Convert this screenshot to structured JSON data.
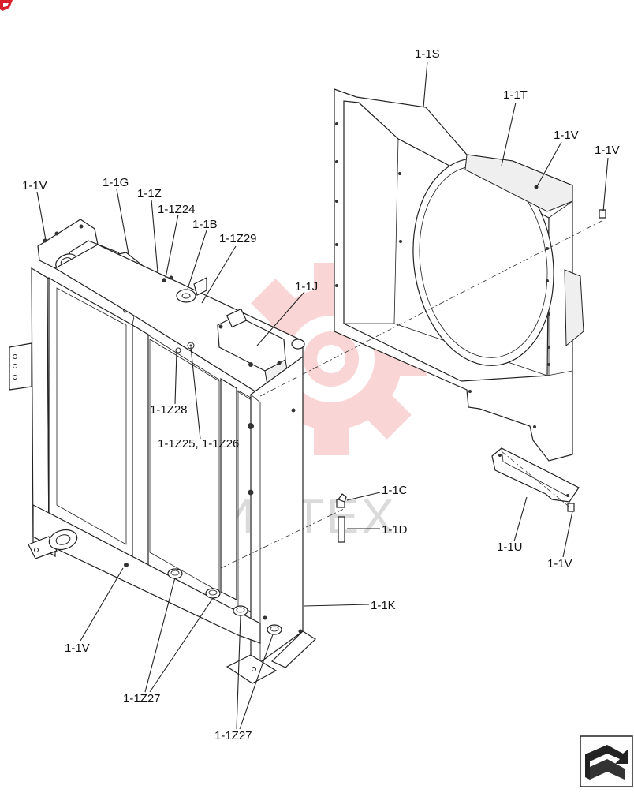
{
  "diagram": {
    "labels": {
      "s": "1-1S",
      "t": "1-1T",
      "v_top_mid": "1-1V",
      "v_top_right": "1-1V",
      "v_left": "1-1V",
      "g": "1-1G",
      "z": "1-1Z",
      "z24": "1-1Z24",
      "b": "1-1B",
      "z29": "1-1Z29",
      "j": "1-1J",
      "z28": "1-1Z28",
      "z25_26": "1-1Z25, 1-1Z26",
      "c": "1-1C",
      "d": "1-1D",
      "u": "1-1U",
      "v_bottom_right": "1-1V",
      "k": "1-1K",
      "v_bottom_left": "1-1V",
      "z27_a": "1-1Z27",
      "z27_b": "1-1Z27"
    },
    "watermark": "ИНТЕХ",
    "colors": {
      "line": "#222222",
      "watermark": "#f08080",
      "corner_mark": "#d81f2a"
    },
    "icons": {
      "corner": "logo-corner-icon",
      "nav": "next-page-arrow-icon"
    }
  }
}
